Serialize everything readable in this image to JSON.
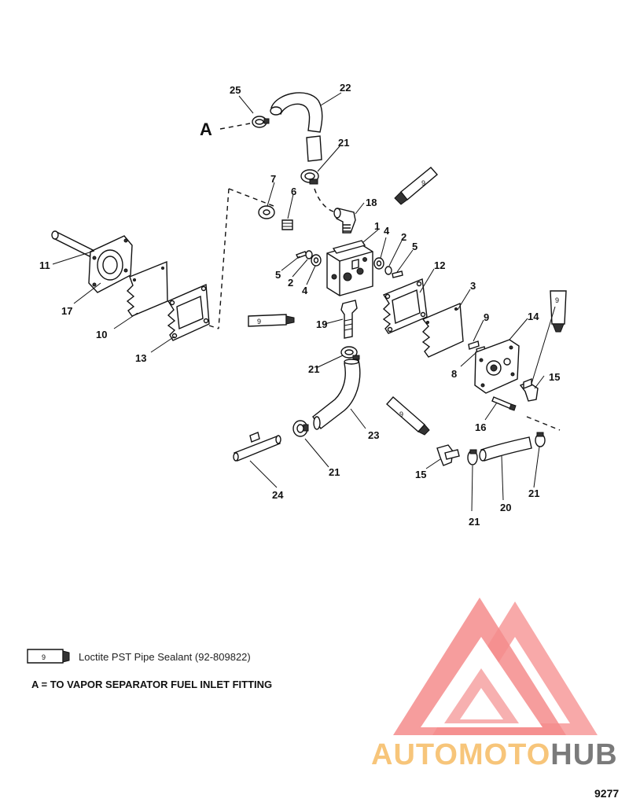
{
  "diagram": {
    "callouts": {
      "c25": "25",
      "c22": "22",
      "c21a": "21",
      "c7": "7",
      "c6": "6",
      "c18": "18",
      "c1": "1",
      "c4a": "4",
      "c2a": "2",
      "c5a": "5",
      "c5b": "5",
      "c2b": "2",
      "c4b": "4",
      "c11": "11",
      "c17": "17",
      "c10": "10",
      "c13": "13",
      "c12": "12",
      "c3": "3",
      "c19": "19",
      "c9": "9",
      "c14": "14",
      "c8": "8",
      "c21b": "21",
      "c15a": "15",
      "c16": "16",
      "c23": "23",
      "c21c": "21",
      "c24": "24",
      "c15b": "15",
      "c20": "20",
      "c21d": "21",
      "c21e": "21"
    },
    "ref_a": "A",
    "tube_number": "9"
  },
  "legend": {
    "tube_number": "9",
    "sealant_label": "Loctite PST Pipe Sealant (92-809822)"
  },
  "note": "A = TO VAPOR SEPARATOR FUEL INLET FITTING",
  "watermark": {
    "part1": "AUTOMOTO",
    "part2": "HUB",
    "color_light": "#f7c57a",
    "color_red": "#f58c8c",
    "color_dark": "#7a7a7a"
  },
  "figure_number": "9277"
}
